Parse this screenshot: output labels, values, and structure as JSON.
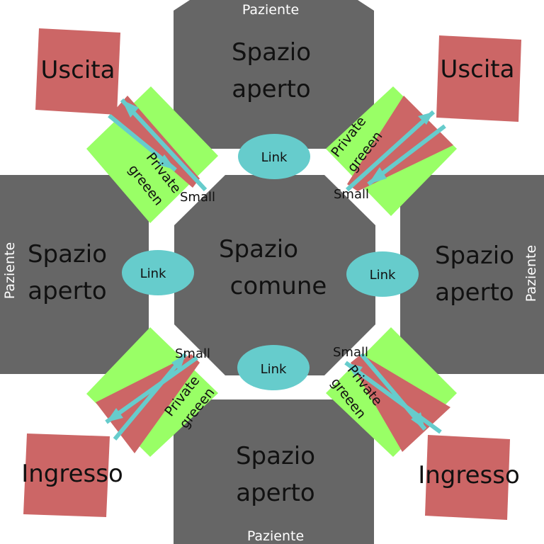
{
  "colors": {
    "room": "#666666",
    "link": "#66cccc",
    "box": "#cc6666",
    "green": "#99ff66",
    "arrow": "#66cccc",
    "background": "#ffffff"
  },
  "center": {
    "label_line1": "Spazio",
    "label_line2": "comune"
  },
  "rooms": {
    "top": {
      "line1": "Spazio",
      "line2": "aperto",
      "patient": "Paziente"
    },
    "left": {
      "line1": "Spazio",
      "line2": "aperto",
      "patient": "Paziente"
    },
    "right": {
      "line1": "Spazio",
      "line2": "aperto",
      "patient": "Paziente"
    },
    "bottom": {
      "line1": "Spazio",
      "line2": "aperto",
      "patient": "Paziente"
    }
  },
  "links": {
    "top": "Link",
    "left": "Link",
    "right": "Link",
    "bottom": "Link"
  },
  "corners": {
    "top_left": {
      "box": "Uscita",
      "green_line1": "Private",
      "green_line2": "greeen",
      "small": "Small"
    },
    "top_right": {
      "box": "Uscita",
      "green_line1": "Private",
      "green_line2": "greeen",
      "small": "Small"
    },
    "bottom_left": {
      "box": "Ingresso",
      "green_line1": "Private",
      "green_line2": "greeen",
      "small": "Small"
    },
    "bottom_right": {
      "box": "Ingresso",
      "green_line1": "Private",
      "green_line2": "greeen",
      "small": "Small"
    }
  }
}
